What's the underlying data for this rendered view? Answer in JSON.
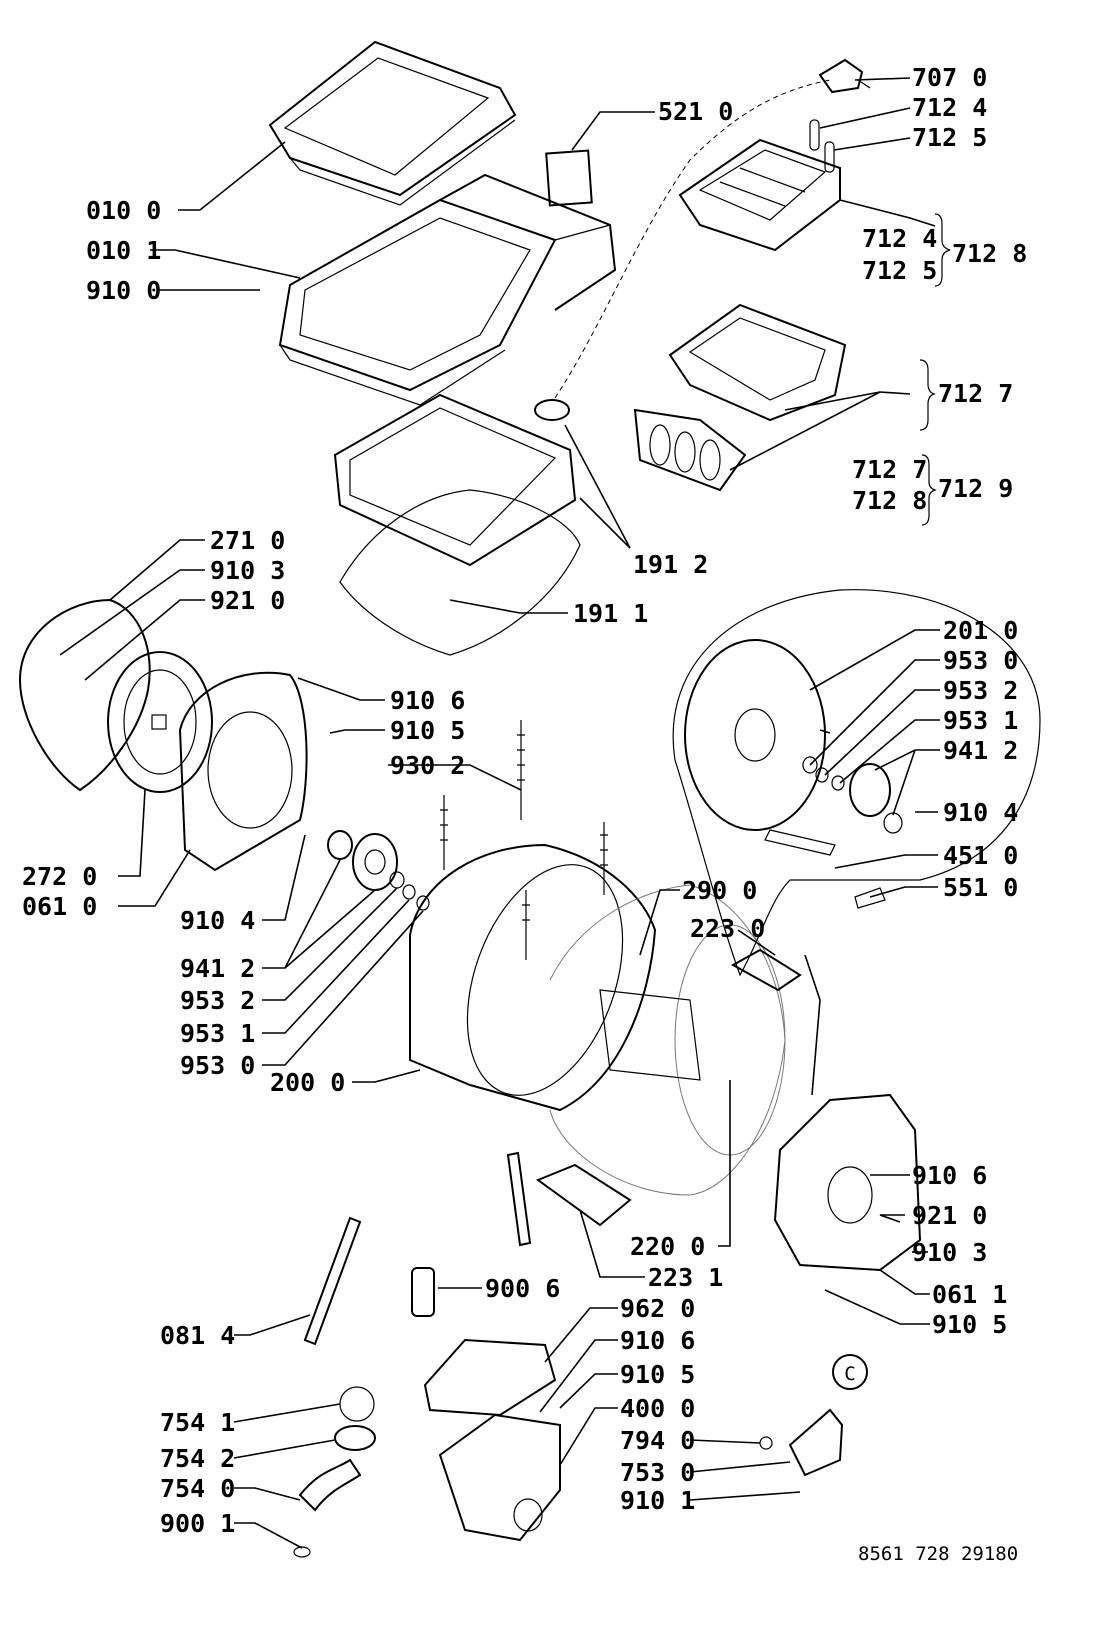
{
  "labels": [
    "707 0",
    "712 4",
    "712 5",
    "521 0",
    "010 0",
    "010 1",
    "910 0",
    "712 4",
    "712 5",
    "712 8",
    "712 7",
    "712 7",
    "712 8",
    "712 9",
    "191 2",
    "191 1",
    "271 0",
    "910 3",
    "921 0",
    "910 6",
    "910 5",
    "930 2",
    "201 0",
    "953 0",
    "953 2",
    "953 1",
    "941 2",
    "910 4",
    "451 0",
    "551 0",
    "272 0",
    "061 0",
    "910 4",
    "290 0",
    "223 0",
    "941 2",
    "953 2",
    "953 1",
    "953 0",
    "200 0",
    "910 6",
    "921 0",
    "910 3",
    "220 0",
    "223 1",
    "061 1",
    "910 5",
    "900 6",
    "081 4",
    "962 0",
    "910 6",
    "910 5",
    "400 0",
    "754 1",
    "754 2",
    "754 0",
    "794 0",
    "753 0",
    "910 1",
    "900 1"
  ],
  "callout": "C",
  "doc_number": "8561 728 29180"
}
